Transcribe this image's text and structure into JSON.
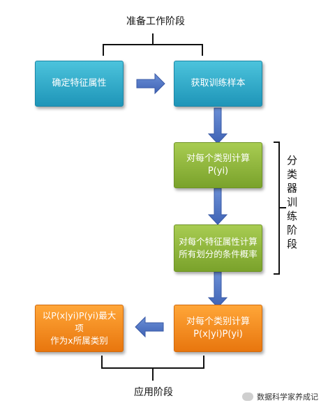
{
  "labels": {
    "prep_stage": "准备工作阶段",
    "train_stage": "分类器训练阶段",
    "apply_stage": "应用阶段"
  },
  "nodes": {
    "determine_features": "确定特征属性",
    "get_samples": "获取训练样本",
    "compute_py": "对每个类别计算P(yi)",
    "compute_cond_prob": "对每个特征属性计算\n所有划分的条件概率",
    "compute_pxy": "对每个类别计算\nP(x|yi)P(yi)",
    "max_class": "以P(x|yi)P(yi)最大项\n作为x所属类别"
  },
  "watermark": "数据科学家养成记",
  "colors": {
    "blue": "#2aa6c8",
    "green": "#8db63c",
    "orange": "#f48a1e",
    "arrow": "#4a72c4"
  }
}
